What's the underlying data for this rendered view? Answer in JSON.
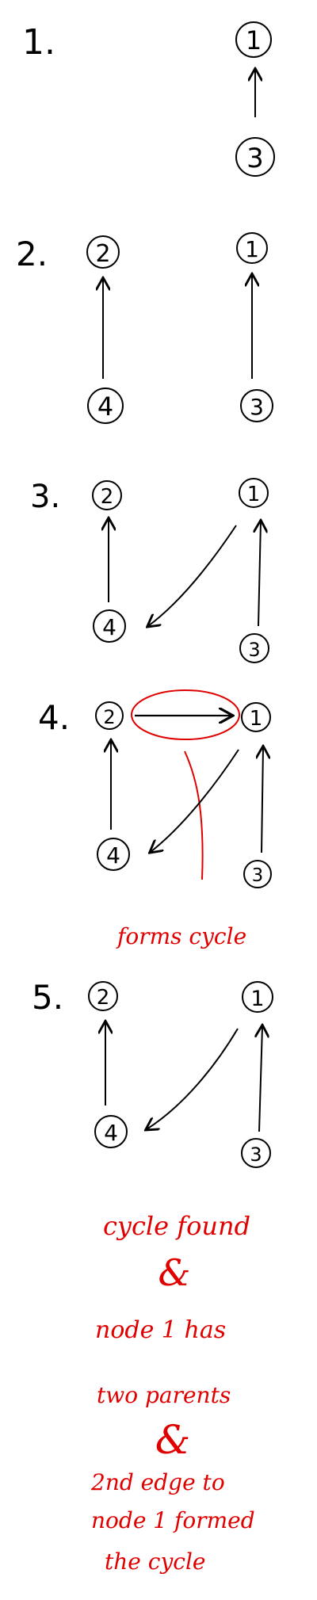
{
  "colors": {
    "ink": "#000000",
    "annotation": "#e00000",
    "background": "#ffffff"
  },
  "steps": [
    {
      "label": "1.",
      "nodes": [
        "1",
        "3"
      ]
    },
    {
      "label": "2.",
      "nodes": [
        "2",
        "1",
        "4",
        "3"
      ]
    },
    {
      "label": "3.",
      "nodes": [
        "2",
        "1",
        "4",
        "3"
      ]
    },
    {
      "label": "4.",
      "nodes": [
        "2",
        "1",
        "4",
        "3"
      ]
    },
    {
      "label": "5.",
      "nodes": [
        "2",
        "1",
        "4",
        "3"
      ]
    }
  ],
  "annotations": {
    "forms_cycle": "forms cycle",
    "cycle_found": "cycle found",
    "amp1": "&",
    "node_line": "node 1 has",
    "two_parents": "two parents",
    "amp2": "&",
    "second_edge_1": "2nd edge to",
    "second_edge_2": "node 1 formed",
    "second_edge_3": "the cycle"
  }
}
